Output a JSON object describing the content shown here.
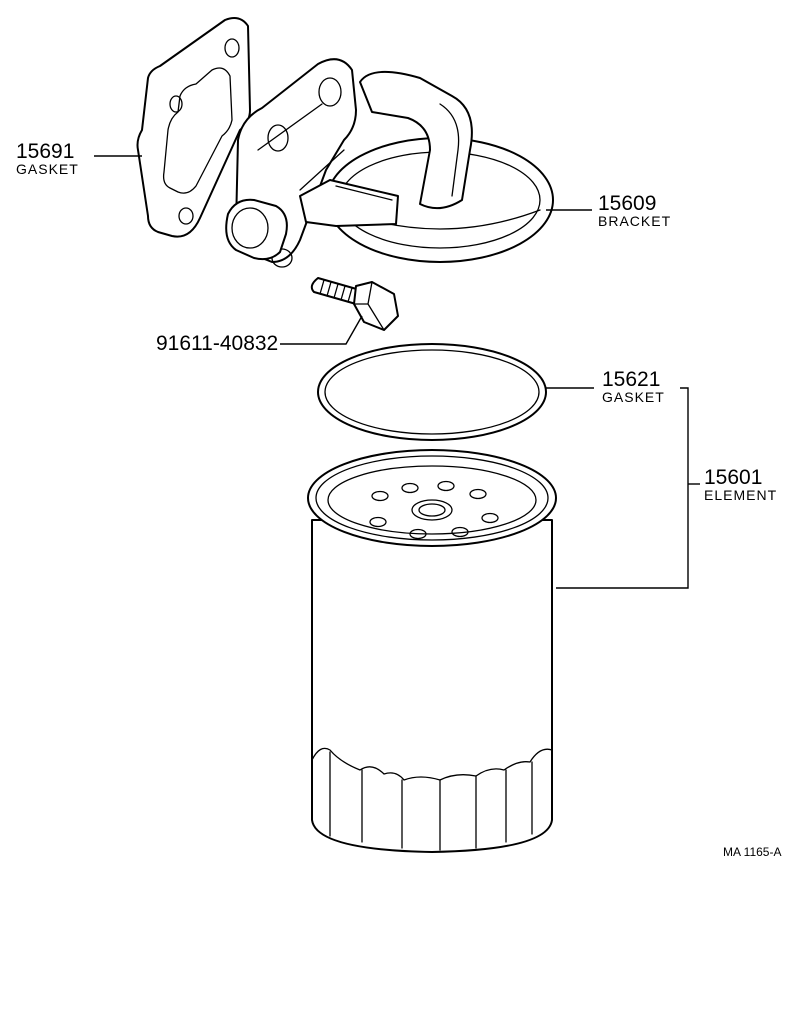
{
  "callouts": {
    "gasket_15691": {
      "number": "15691",
      "name": "GASKET"
    },
    "bracket_15609": {
      "number": "15609",
      "name": "BRACKET"
    },
    "bolt": {
      "number": "91611-40832"
    },
    "gasket_15621": {
      "number": "15621",
      "name": "GASKET"
    },
    "element_15601": {
      "number": "15601",
      "name": "ELEMENT"
    }
  },
  "reference_code": "MA 1165-A"
}
